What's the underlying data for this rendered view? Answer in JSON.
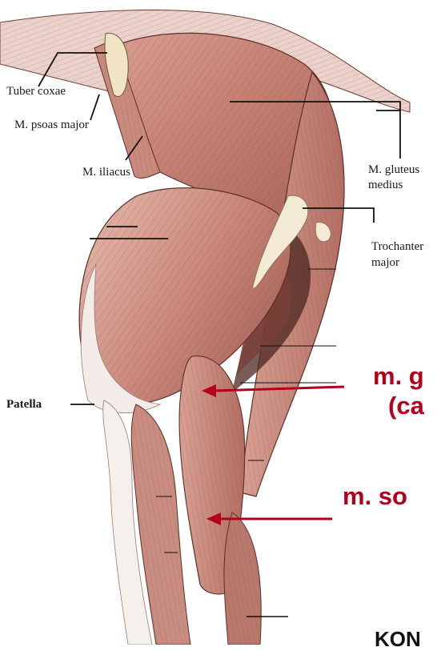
{
  "labels": {
    "tuber_coxae": "Tuber coxae",
    "psoas_major": "M. psoas major",
    "iliacus": "M. iliacus",
    "gluteus_medius_1": "M. gluteus",
    "gluteus_medius_2": "medius",
    "trochanter_1": "Trochanter",
    "trochanter_2": "major",
    "patella": "Patella"
  },
  "callouts": {
    "gastrocnemius_line1": "m. g",
    "gastrocnemius_line2": "(ca",
    "soleus": "m. so",
    "footer": "KON"
  },
  "colors": {
    "muscle": "#c9877a",
    "muscle_dark": "#9e5a4e",
    "muscle_light": "#e3b5a8",
    "tendon": "#f3ead6",
    "arrow": "#b3001b",
    "leader": "#111111"
  }
}
